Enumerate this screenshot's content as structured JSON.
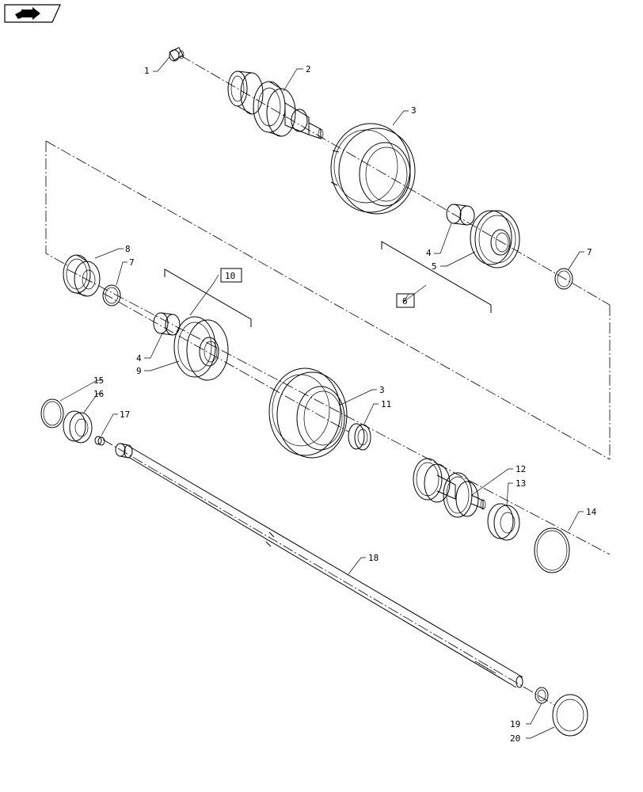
{
  "nav": {
    "icon": "next-page-arrow-icon"
  },
  "callouts": {
    "c1": "1",
    "c2": "2",
    "c3a": "3",
    "c3b": "3",
    "c4a": "4",
    "c4b": "4",
    "c5": "5",
    "c6": "6",
    "c7a": "7",
    "c7b": "7",
    "c8": "8",
    "c9": "9",
    "c10": "10",
    "c11": "11",
    "c12": "12",
    "c13": "13",
    "c14": "14",
    "c15": "15",
    "c16": "16",
    "c17": "17",
    "c18": "18",
    "c19": "19",
    "c20": "20"
  }
}
